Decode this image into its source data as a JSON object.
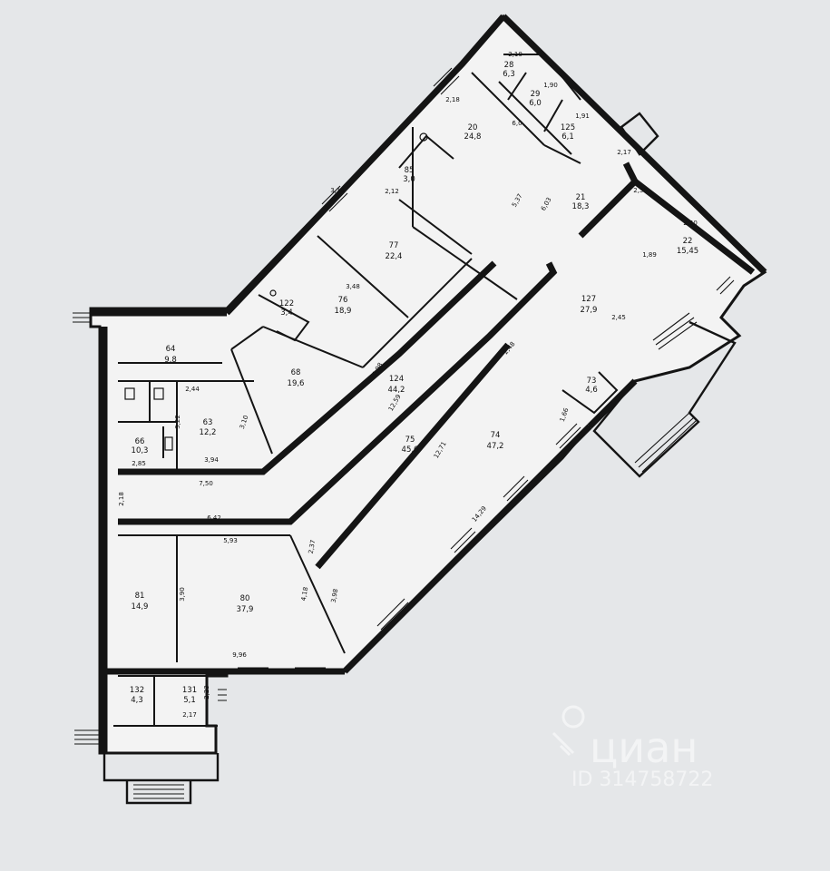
{
  "rooms": [
    {
      "id": "r28",
      "number": "28",
      "area": "6,3"
    },
    {
      "id": "r29",
      "number": "29",
      "area": "6,0"
    },
    {
      "id": "r125",
      "number": "125",
      "area": "6,1"
    },
    {
      "id": "r20",
      "number": "20",
      "area": "24,8"
    },
    {
      "id": "r21",
      "number": "21",
      "area": "18,3"
    },
    {
      "id": "r22",
      "number": "22",
      "area": "15,45"
    },
    {
      "id": "r85",
      "number": "85",
      "area": "3,0"
    },
    {
      "id": "r77",
      "number": "77",
      "area": "22,4"
    },
    {
      "id": "r122",
      "number": "122",
      "area": "3,4"
    },
    {
      "id": "r76",
      "number": "76",
      "area": "18,9"
    },
    {
      "id": "r127",
      "number": "127",
      "area": "27,9"
    },
    {
      "id": "r68",
      "number": "68",
      "area": "19,6"
    },
    {
      "id": "r64",
      "number": "64",
      "area": "9,8"
    },
    {
      "id": "r124",
      "number": "124",
      "area": "44,2"
    },
    {
      "id": "r73",
      "number": "73",
      "area": "4,6"
    },
    {
      "id": "r63",
      "number": "63",
      "area": "12,2"
    },
    {
      "id": "r66",
      "number": "66",
      "area": "10,3"
    },
    {
      "id": "r75",
      "number": "75",
      "area": "45,6"
    },
    {
      "id": "r74",
      "number": "74",
      "area": "47,2"
    },
    {
      "id": "r81",
      "number": "81",
      "area": "14,9"
    },
    {
      "id": "r80",
      "number": "80",
      "area": "37,9"
    },
    {
      "id": "r132",
      "number": "132",
      "area": "4,3"
    },
    {
      "id": "r131",
      "number": "131",
      "area": "5,1"
    }
  ],
  "dimensions": [
    "2,10",
    "1,90",
    "1,91",
    "2,18",
    "6,0",
    "5,37",
    "6,03",
    "3,14",
    "2,17",
    "2,50",
    "2,35",
    "2,12",
    "3,48",
    "1,89",
    "2,45",
    "2,44",
    "3,22",
    "3,10",
    "2,85",
    "3,94",
    "7,50",
    "2,18",
    "6,42",
    "5,93",
    "2,37",
    "3,98",
    "2,48",
    "4,18",
    "3,90",
    "10,98",
    "12,59",
    "12,71",
    "14,29",
    "9,96",
    "2,17",
    "2,23",
    "1,66"
  ],
  "watermark": {
    "brand": "циан",
    "id_text": "ID 314758722"
  }
}
